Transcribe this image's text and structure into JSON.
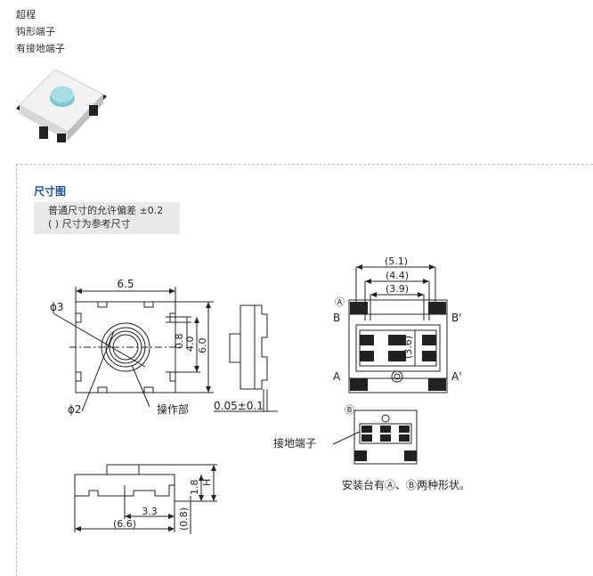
{
  "features": [
    "超程",
    "钩形端子",
    "有接地端子"
  ],
  "section": {
    "title": "尺寸图",
    "notes": [
      "普通尺寸的允许偏差 ±0.2",
      "( ) 尺寸为参考尺寸"
    ]
  },
  "top_view": {
    "width": "6.5",
    "dia_outer": "ϕ3",
    "dia_inner": "ϕ2",
    "dim_08": "0.8",
    "dim_40": "4.0",
    "dim_60": "6.0",
    "actuator": "操作部"
  },
  "side_view": {
    "tol": "0.05±0.1"
  },
  "front_view": {
    "h18": "1.8",
    "h": "H",
    "w33": "3.3",
    "w66": "(6.6)",
    "h08": "(0.8)"
  },
  "mount_view": {
    "d51": "(5.1)",
    "d44": "(4.4)",
    "d39": "(3.9)",
    "d36": "(3.6)",
    "markA": "Ⓐ",
    "markB": "Ⓑ",
    "B": "B",
    "Bp": "B'",
    "A": "A",
    "Ap": "A'",
    "ground": "接地端子",
    "caption": "安装台有Ⓐ、Ⓑ两种形状。"
  }
}
